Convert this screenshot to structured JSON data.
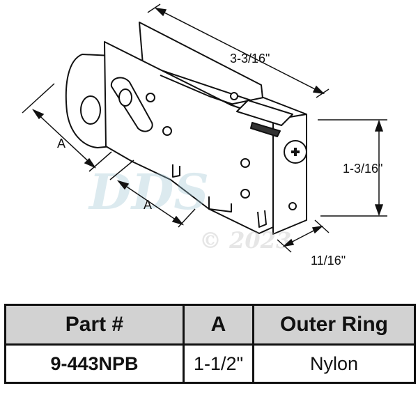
{
  "diagram": {
    "dimensions": {
      "length": "3-3/16\"",
      "height": "1-3/16\"",
      "width": "11/16\"",
      "wheel_diameter": "A",
      "wheel_offset": "A"
    },
    "watermark": {
      "brand": "DDS",
      "copyright": "© 2023"
    }
  },
  "table": {
    "headers": [
      "Part #",
      "A",
      "Outer Ring"
    ],
    "rows": [
      [
        "9-443NPB",
        "1-1/2\"",
        "Nylon"
      ]
    ]
  }
}
